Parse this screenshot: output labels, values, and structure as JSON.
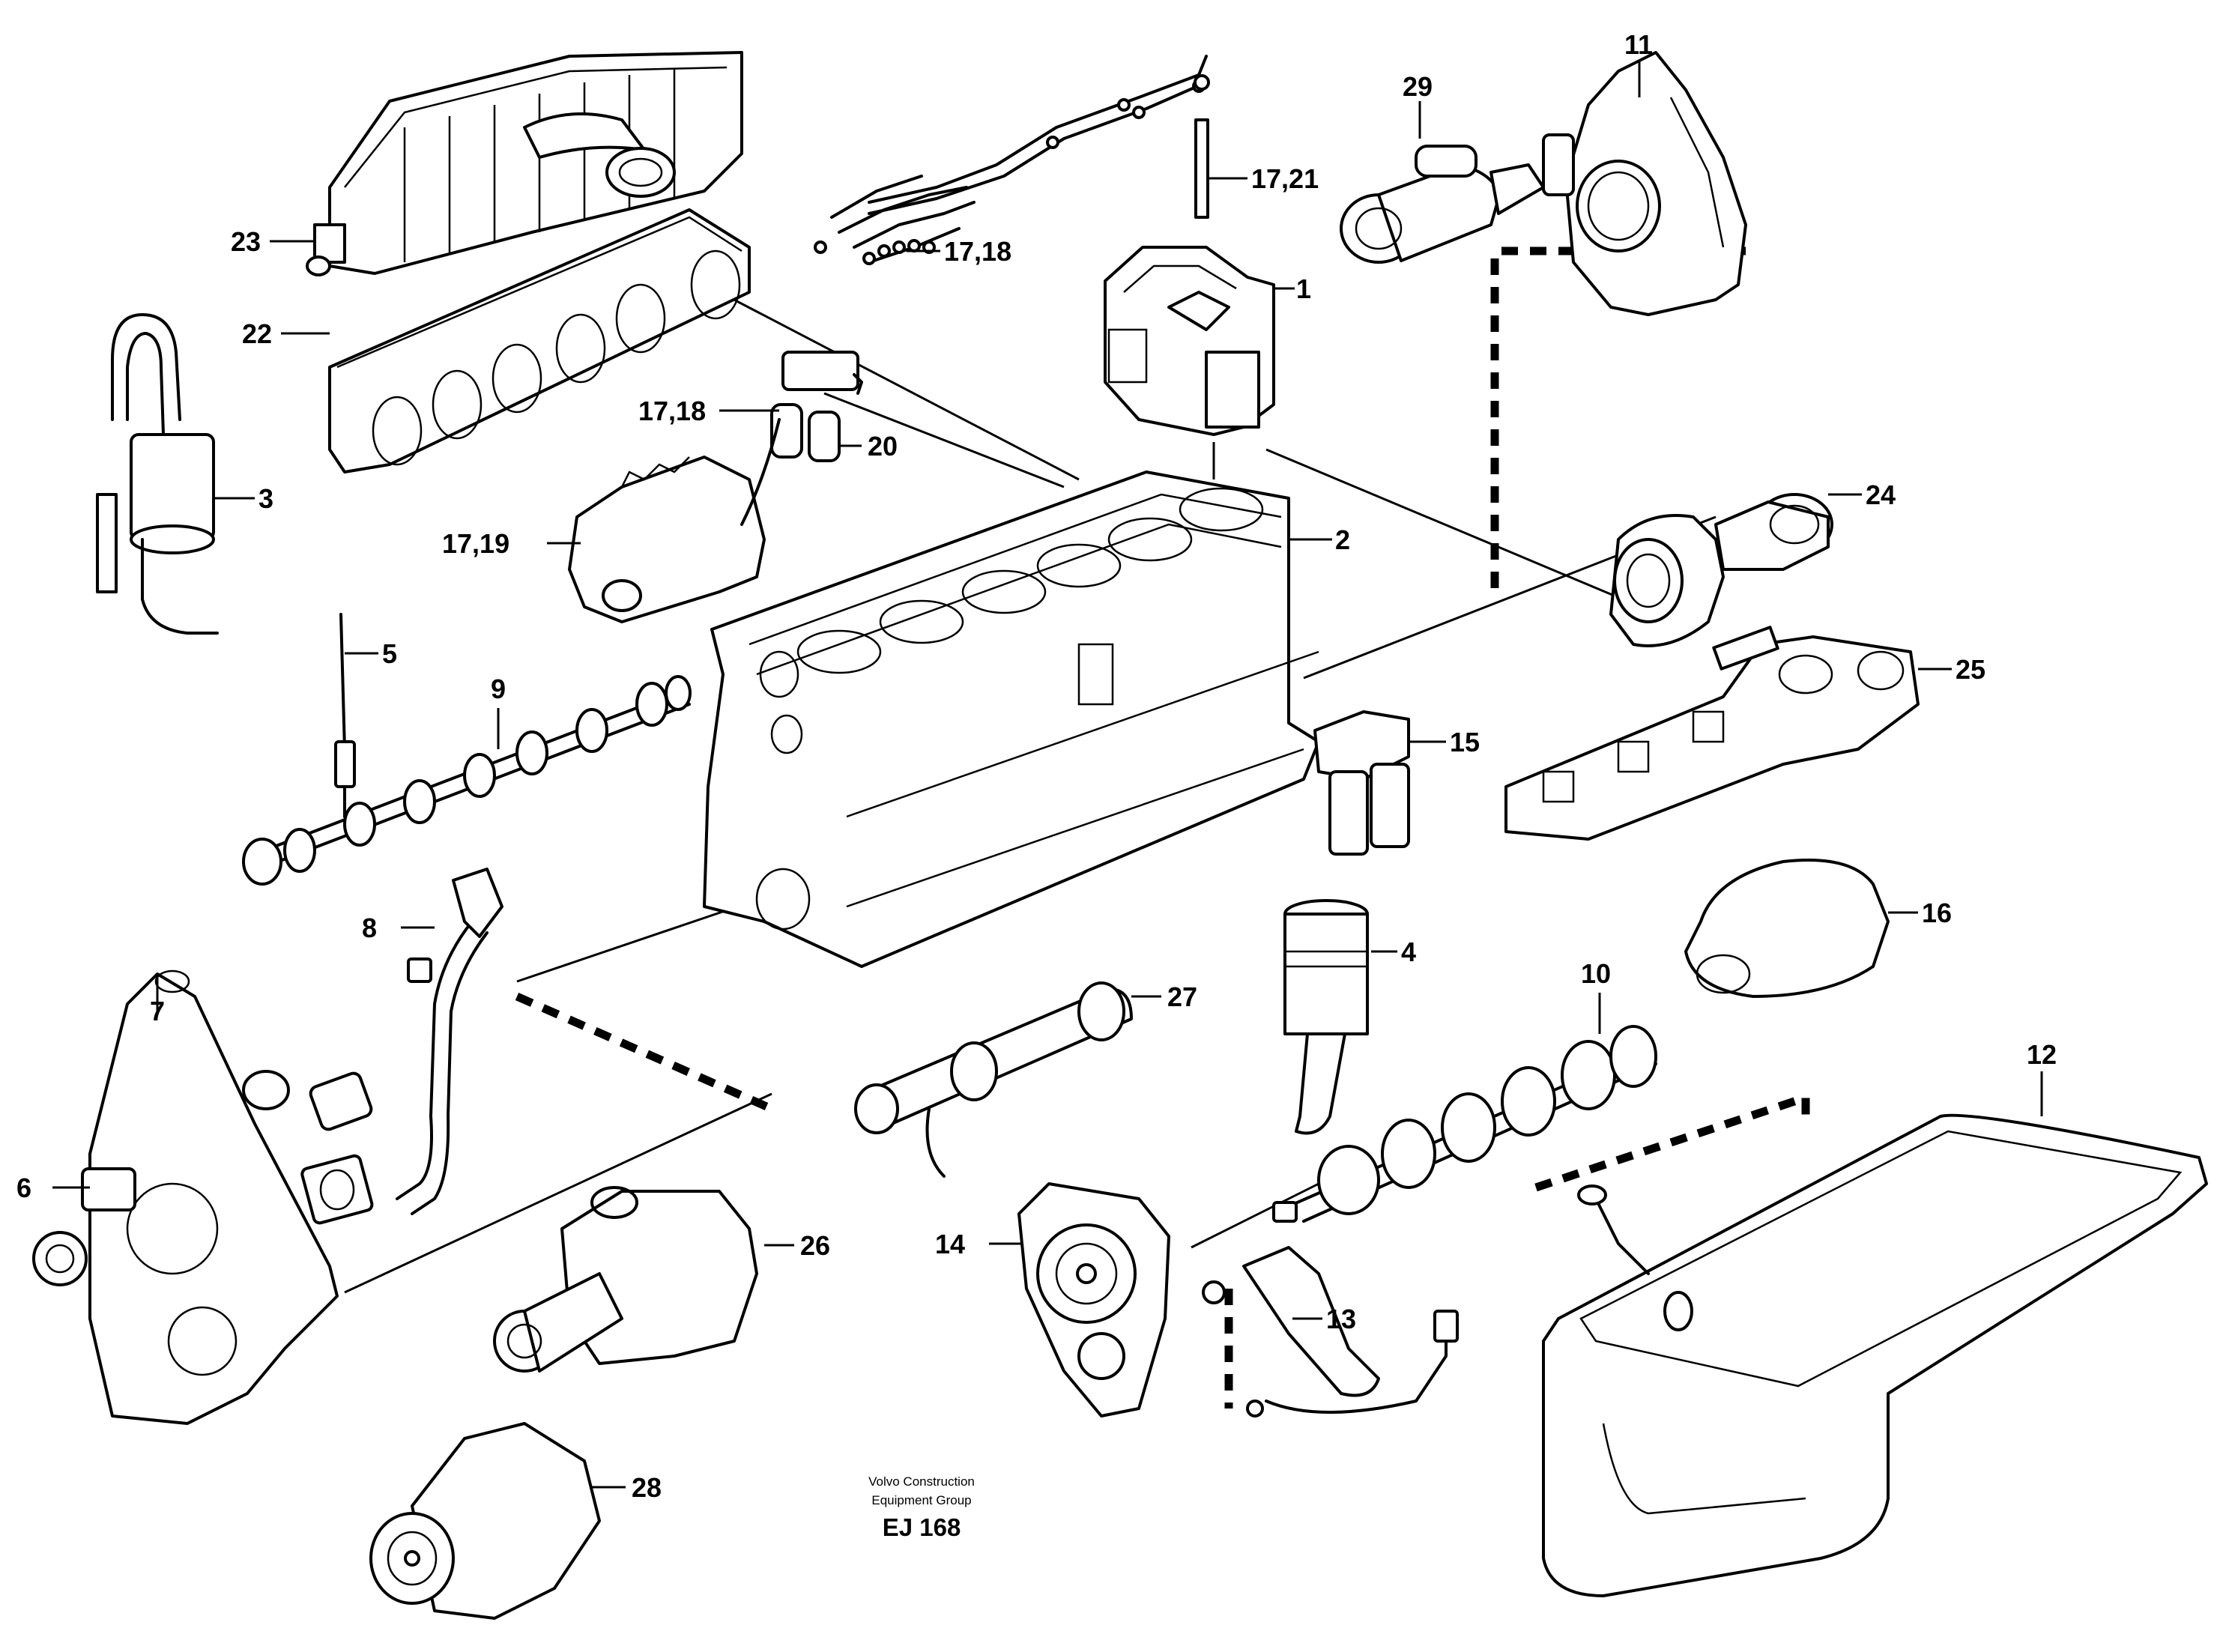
{
  "callouts": {
    "p1": "1",
    "p2": "2",
    "p3": "3",
    "p4": "4",
    "p5": "5",
    "p6": "6",
    "p7": "7",
    "p8": "8",
    "p9": "9",
    "p10": "10",
    "p11": "11",
    "p12": "12",
    "p13": "13",
    "p14": "14",
    "p15": "15",
    "p16": "16",
    "p17_18a": "17,18",
    "p17_18b": "17,18",
    "p17_19": "17,19",
    "p17_21": "17,21",
    "p20": "20",
    "p22": "22",
    "p23": "23",
    "p24": "24",
    "p25": "25",
    "p26": "26",
    "p27": "27",
    "p28": "28",
    "p29": "29"
  },
  "footer": {
    "company_line1": "Volvo Construction",
    "company_line2": "Equipment Group",
    "drawing_code": "EJ 168"
  }
}
